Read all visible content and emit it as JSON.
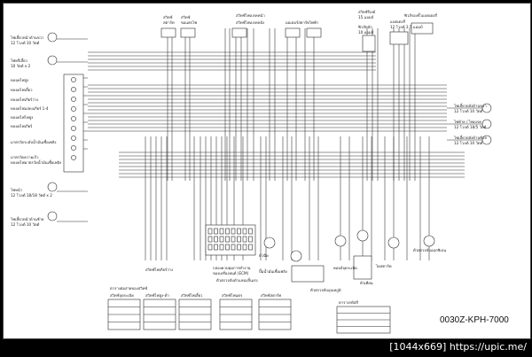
{
  "diagram": {
    "code": "0030Z-KPH-7000",
    "left_labels": [
      "ไฟเลี้ยวหน้าด้านขวา",
      "12 โวลต์ 10 วัตต์",
      "ไฟหรี่เลี้ยว",
      "10 วัตต์ x 2",
      "หลอดไฟสูง",
      "หลอดไฟเลี้ยว",
      "หลอดไฟเกียร์ว่าง",
      "หลอดไฟแสดงเกียร์ 1-4",
      "หลอดไฟไฟสูง",
      "หลอดไฟเกียร์",
      "มาตรวัดระดับน้ำมันเชื้อเพลิง",
      "มาตรวัดความเร็ว",
      "หลอดไฟมาตรวัดน้ำมันเชื้อเพลิง",
      "ไฟหน้า",
      "12 โวลต์ 18/18 วัตต์ x 2",
      "ไฟเลี้ยวหน้าด้านซ้าย",
      "12 โวลต์ 10 วัตต์"
    ],
    "top_labels": [
      "สวิทช์",
      "สตาร์ท",
      "สวิทช์",
      "ขอแตรไฟ",
      "สวิทช์ไฟเบรคหน้า",
      "สวิทช์ไฟเบรคหลัง",
      "มอเตอร์สตาร์ทไฟฟ้า",
      "สวิทช์รีเลย์",
      "15 แอมป์",
      "ฟิวส์หลัก",
      "10 แอมป์",
      "แบตเตอรี่",
      "12 โวลต์ 3.5 แอมป์",
      "ฟิวส์รองขั้วแบตเตอรี่"
    ],
    "right_labels": [
      "ไฟเลี้ยวหลังด้านขวา",
      "12 โวลต์ 10 วัตต์",
      "ไฟท้าย / ไฟเบรค",
      "12 โวลต์ 18/5 วัตต์",
      "ไฟเลี้ยวหลังด้านซ้าย",
      "12 โวลต์ 10 วัตต์"
    ],
    "bottom_labels": [
      "ตารางต่อสายของสวิทช์",
      "สวิทช์จุดระเบิด",
      "สวิทช์ไฟสูง-ต่ำ",
      "สวิทช์ไฟเลี้ยว",
      "สวิทช์ไฟแตร",
      "สวิทช์สตาร์ท",
      "กล่องควบคุมการทำงาน",
      "ของเครื่องยนต์ (ECM)",
      "ตัวตรวจจับตำแหน่งลิ้นเร่ง",
      "สวิทช์ไฟเกียร์ว่าง",
      "หัวฉีด",
      "ปั๊มน้ำมันเชื้อเพลิง",
      "คอยล์จุดระเบิด",
      "หัวเทียน",
      "ตารางรหัสสี",
      "ตัวตรวจจับอุณหภูมิ",
      "ตัวตรวจจับออกซิเจน",
      "ไดสตาร์ท"
    ]
  },
  "caption": "[1044x669] https://upic.me/",
  "colors": {
    "line": "#2a2a2a",
    "background": "#ffffff",
    "footer": "#000000",
    "caption": "#ffffff"
  }
}
